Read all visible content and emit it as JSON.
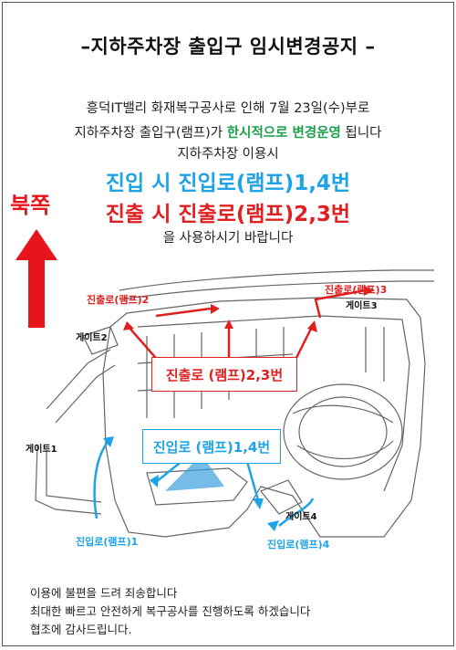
{
  "title": "–지하주차장 출입구 임시변경공지 –",
  "notice": {
    "line1": "흥덕IT밸리 화재복구공사로 인해 7월 23일(수)부로",
    "line2_pre": "지하주차장 출입구(램프)가 ",
    "line2_highlight": "한시적으로 변경운영",
    "line2_post": " 됩니다",
    "line3": "지하주차장 이용시",
    "entry": "진입 시 진입로(램프)1,4번",
    "exit": "진출 시 진출로(램프)2,3번",
    "line4": "을 사용하시기 바랍니다"
  },
  "north_label": "북쪽",
  "map": {
    "exit_ramp_2": "진출로(램프)2",
    "exit_ramp_3": "진출로(램프)3",
    "gate_1": "게이트1",
    "gate_2": "게이트2",
    "gate_3": "게이트3",
    "gate_4": "게이트4",
    "exit_box": "진출로 (램프)2,3번",
    "entry_box": "진입로 (램프)1,4번",
    "entry_ramp_1": "진입로(램프)1",
    "entry_ramp_4": "진입로(램프)4"
  },
  "footer": {
    "line1": "이용에 불편을 드려 죄송합니다",
    "line2": "최대한 빠르고 안전하게 복구공사를 진행하도록 하겠습니다",
    "line3": "협조에 감사드립니다."
  },
  "colors": {
    "red": "#e02020",
    "blue": "#1ea4e6",
    "green": "#1aa04a"
  }
}
